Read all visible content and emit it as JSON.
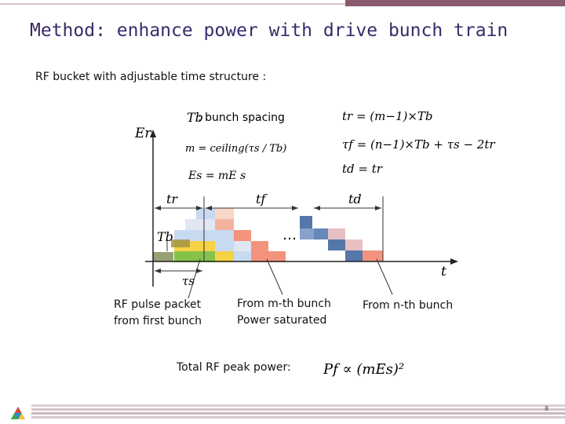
{
  "slide": {
    "title": "Method: enhance power with drive bunch train",
    "subtitle": "RF bucket with adjustable time structure :",
    "labels": {
      "rf_pulse": [
        "RF pulse packet",
        "from first  bunch"
      ],
      "from_m": [
        "From m-th bunch",
        "Power saturated"
      ],
      "from_n": "From n-th bunch"
    },
    "peak_label": "Total RF peak power:",
    "page_number": "8"
  },
  "formulas": {
    "tb_desc": ": bunch spacing",
    "m_def": "m = ceiling(τs / Tb)",
    "es_def": "Es = mE s",
    "tr_def": "tr = (m−1)×Tb",
    "tf_def": "τf = (n−1)×Tb + τs − 2tr",
    "td_def": "td = tr",
    "peak": "Pf ∝ (mEs)²"
  },
  "axis_labels": {
    "y": "Er",
    "x": "t",
    "tr": "tr",
    "tf": "tf",
    "td": "td",
    "tb": "Tb",
    "taus": "τs",
    "ellipsis": "…"
  },
  "colors": {
    "title": "#3a2a6a",
    "green": "#86c24a",
    "yellow": "#f5d246",
    "light_blue": "#c8daf0",
    "salmon": "#f4937d",
    "pink": "#e8c0c4",
    "dark_blue": "#5577aa",
    "header_bar": "#8a5a70"
  }
}
